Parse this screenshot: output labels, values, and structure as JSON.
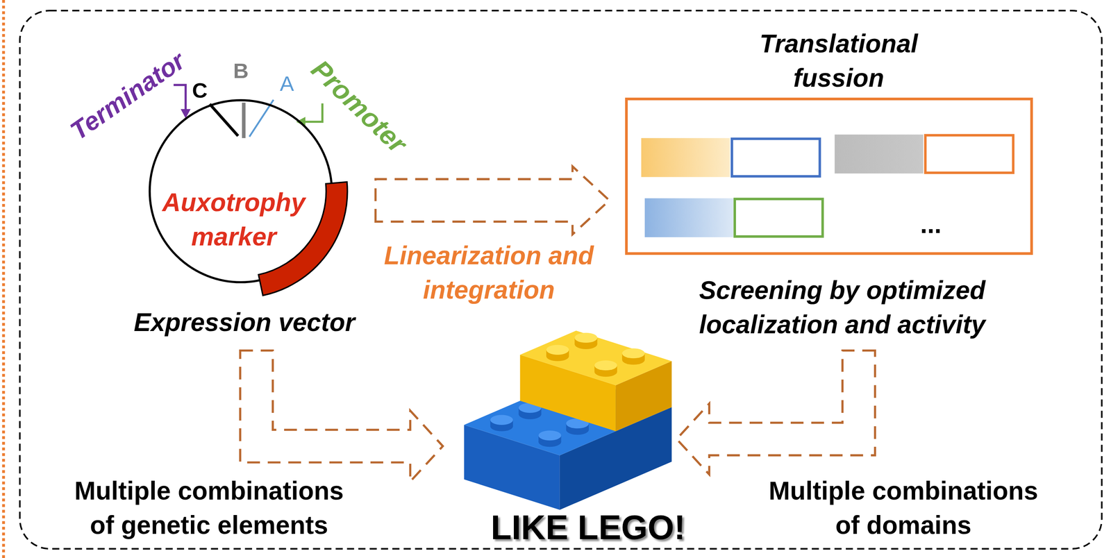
{
  "diagram": {
    "nodes": [
      {
        "text": [
          "Auxotrophy marker",
          "Expression vector"
        ]
      },
      {
        "text": [
          "Translational fussion",
          "...",
          "Screening by optimized localization and activity"
        ]
      },
      {
        "text": [
          "LIKE LEGO!"
        ]
      }
    ],
    "edges": [
      {
        "from": 0,
        "to": 1,
        "arrow": "to",
        "label": "Linearization and integration"
      },
      {
        "from": 0,
        "to": 2,
        "arrow": "to",
        "label": "Multiple combinations of genetic elements"
      },
      {
        "from": 1,
        "to": 2,
        "arrow": "to",
        "label": "Multiple combinations of domains"
      }
    ],
    "labels": [
      "Terminator",
      "C",
      "B",
      "A",
      "Promoter"
    ]
  }
}
